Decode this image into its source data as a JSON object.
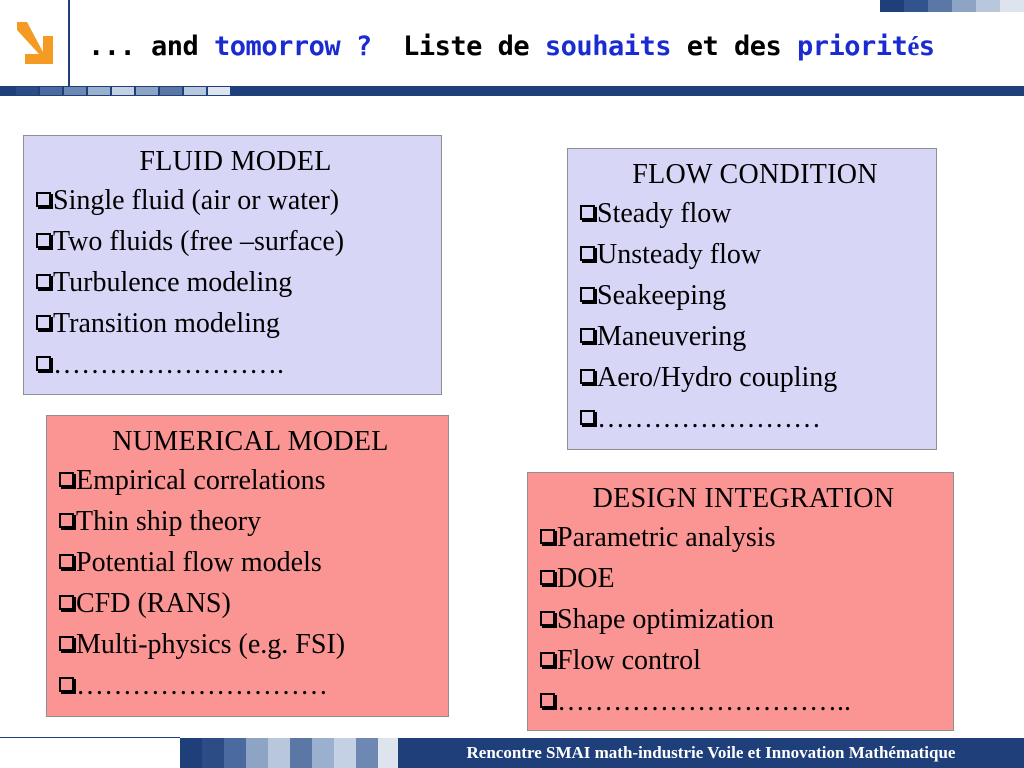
{
  "header": {
    "title_parts": {
      "p1": "... and ",
      "p2": "tomorrow ?",
      "p3": "  Liste de ",
      "p4": "souhaits",
      "p5": " et des ",
      "p6": "priorit",
      "p7": "é",
      "p8": "s"
    },
    "logo_icon": "orange-arrow-icon"
  },
  "colors": {
    "navy": "#1f3f7a",
    "title_blue": "#1a2bd1",
    "logo_orange": "#f59a23",
    "box_blue": "#d7d6f6",
    "box_red": "#fa9594"
  },
  "boxes": {
    "fluid": {
      "heading": "FLUID  MODEL",
      "items": [
        "Single fluid (air or water)",
        "Two fluids (free –surface)",
        "Turbulence modeling",
        "Transition modeling",
        "……………………."
      ]
    },
    "flow": {
      "heading": "FLOW  CONDITION",
      "items": [
        "Steady flow",
        "Unsteady flow",
        "Seakeeping",
        "Maneuvering",
        "Aero/Hydro coupling",
        "……………………"
      ]
    },
    "numerical": {
      "heading": "NUMERICAL  MODEL",
      "items": [
        "Empirical correlations",
        "Thin ship theory",
        "Potential flow models",
        "CFD (RANS)",
        "Multi-physics (e.g. FSI)",
        "………………………"
      ]
    },
    "design": {
      "heading": "DESIGN  INTEGRATION",
      "items": [
        "Parametric analysis",
        "DOE",
        "Shape optimization",
        "Flow control",
        "………………………….."
      ]
    }
  },
  "footer": {
    "text": "Rencontre SMAI math-industrie Voile et Innovation Mathématique"
  }
}
